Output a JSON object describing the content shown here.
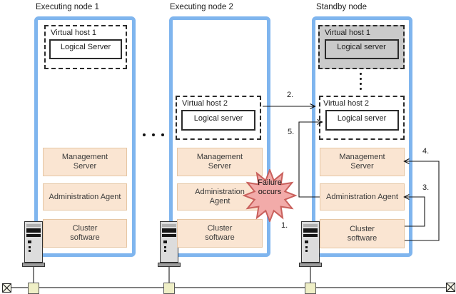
{
  "nodes": [
    {
      "title": "Executing node 1",
      "virtual_host_1": {
        "label": "Virtual host 1",
        "logical_server": "Logical Server"
      },
      "management_server": {
        "line1": "Management",
        "line2": "Server"
      },
      "administration_agent": {
        "line1": "Administration Agent"
      },
      "cluster_software": {
        "line1": "Cluster",
        "line2": "software"
      }
    },
    {
      "title": "Executing node 2",
      "virtual_host_2": {
        "label": "Virtual host 2",
        "logical_server": "Logical server"
      },
      "management_server": {
        "line1": "Management",
        "line2": "Server"
      },
      "administration_agent": {
        "line1": "Administration",
        "line2": "Agent"
      },
      "cluster_software": {
        "line1": "Cluster",
        "line2": "software"
      }
    },
    {
      "title": "Standby node",
      "virtual_host_1": {
        "label": "Virtual host 1",
        "logical_server": "Logical server",
        "state": "grayed-out"
      },
      "virtual_host_2": {
        "label": "Virtual host 2",
        "logical_server": "Logical server"
      },
      "management_server": {
        "line1": "Management",
        "line2": "Server"
      },
      "administration_agent": {
        "line1": "Administration Agent"
      },
      "cluster_software": {
        "line1": "Cluster",
        "line2": "software"
      }
    }
  ],
  "steps": {
    "s1": "1.",
    "s2": "2.",
    "s3": "3.",
    "s4": "4.",
    "s5": "5."
  },
  "failure": {
    "line1": "Failure",
    "line2": "occurs"
  },
  "icons": {
    "horizontal_ellipsis": "horizontal-ellipsis-icon",
    "vertical_ellipsis": "vertical-ellipsis-icon",
    "server_tower": "server-tower-icon",
    "network_terminator": "network-terminator-icon",
    "network_connector": "network-connector-icon"
  },
  "colors": {
    "node_border": "#7FB5EE",
    "component_fill": "#FAE5D2",
    "component_border": "#E6C6A4",
    "standby_gray_fill": "#CACACA",
    "failure_star_fill": "#F2ABA9",
    "failure_star_border": "#C9605C",
    "network_line": "#808080",
    "connector_fill": "#EFEFC6"
  }
}
